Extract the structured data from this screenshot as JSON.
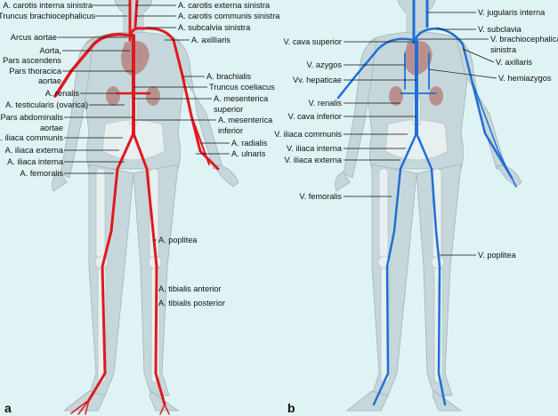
{
  "panels": {
    "a": "a",
    "b": "b"
  },
  "arteries": {
    "left": [
      "A. carotis interna sinistra",
      "Truncus brachiocephalicus",
      "Arcus aortae",
      "Aorta,",
      "Pars ascendens",
      "Pars thoracica",
      "aortae",
      "A. renalis",
      "A. testicularis (ovarica)",
      "Pars abdominalis",
      "aortae",
      "A. iliaca communis",
      "A. iliaca externa",
      "A. iliaca interna",
      "A. femoralis"
    ],
    "right": [
      "A. carotis externa sinistra",
      "A. carotis communis sinistra",
      "A. subcalvia sinistra",
      "A. axilliaris",
      "A. brachialis",
      "Truncus coeliacus",
      "A. mesenterica",
      "superior",
      "A. mesenterica",
      "inferior",
      "A. radialis",
      "A. ulnaris",
      "A. poplitea",
      "A. tibialis anterior",
      "A. tibialis posterior"
    ]
  },
  "veins": {
    "left": [
      "V. cava superior",
      "V. azygos",
      "Vv. hepaticae",
      "V. renalis",
      "V. cava inferior",
      "V. iliaca communis",
      "V. iliaca interna",
      "V. iliaca externa",
      "V. femoralis"
    ],
    "right": [
      "V. jugularis interna",
      "V. subclavia",
      "V. brachiocephalica",
      "sinistra",
      "V. axillaris",
      "V. hemiazygos",
      "V. poplitea"
    ]
  },
  "colors": {
    "background": "#dff2f4",
    "artery": "#e0191e",
    "vein": "#1f6fd6",
    "body": "#b9cdd2",
    "organ": "#b8918f"
  }
}
